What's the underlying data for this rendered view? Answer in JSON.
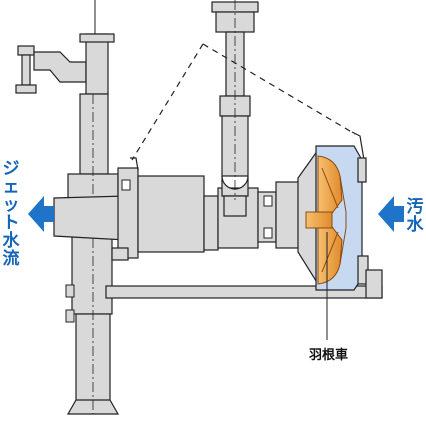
{
  "labels": {
    "jet_flow": "ジェット水流",
    "dirty_water": "汚水",
    "impeller": "羽根車"
  },
  "colors": {
    "outline": "#222222",
    "machine_fill": "#d9d9d9",
    "casing_fill": "#c6d9f1",
    "impeller_fill": "#f2a64b",
    "arrow": "#1f73c9",
    "label": "#1565b8"
  },
  "icons": {
    "left_arrow": "arrow-left",
    "right_arrow": "arrow-left"
  }
}
